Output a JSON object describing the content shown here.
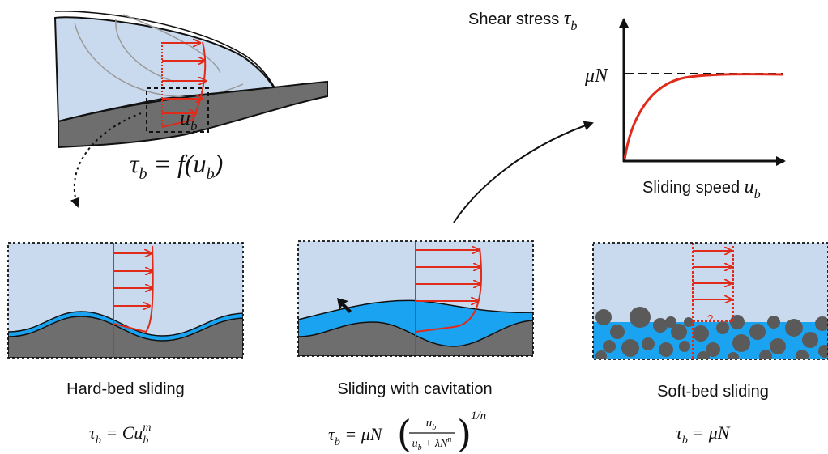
{
  "colors": {
    "ice": "#c9d9ee",
    "bed": "#6e6e6e",
    "water": "#1aa3f0",
    "arrow": "#e02a1a",
    "grain": "#5a5a5a"
  },
  "glacier": {
    "velocity_label": "u",
    "velocity_sub": "b",
    "law": {
      "lhs": "τ",
      "lhs_sub": "b",
      "rhs_pre": " = f(u",
      "rhs_sub": "b",
      "rhs_post": ")"
    }
  },
  "graph": {
    "y_label": "Shear stress ",
    "y_sym": "τ",
    "y_sub": "b",
    "x_label": "Sliding speed ",
    "x_sym": "u",
    "x_sub": "b",
    "plateau_label": "μN"
  },
  "panels": [
    {
      "title": "Hard-bed sliding",
      "formula": {
        "lhs": "τ",
        "lhs_sub": "b",
        "eq": " = Cu",
        "sub": "b",
        "sup": "m"
      }
    },
    {
      "title": "Sliding with cavitation",
      "formula": {
        "lhs": "τ",
        "lhs_sub": "b",
        "eq": " = μN ",
        "num": "u",
        "num_sub": "b",
        "den_pre": "u",
        "den_sub": "b",
        "den_post": " + λN",
        "den_sup": "n",
        "exp": "1/n"
      }
    },
    {
      "title": "Soft-bed sliding",
      "formula": {
        "lhs": "τ",
        "lhs_sub": "b",
        "eq": " = μN"
      },
      "question": "?"
    }
  ],
  "icons": [
    "cursor-arrow-icon"
  ]
}
